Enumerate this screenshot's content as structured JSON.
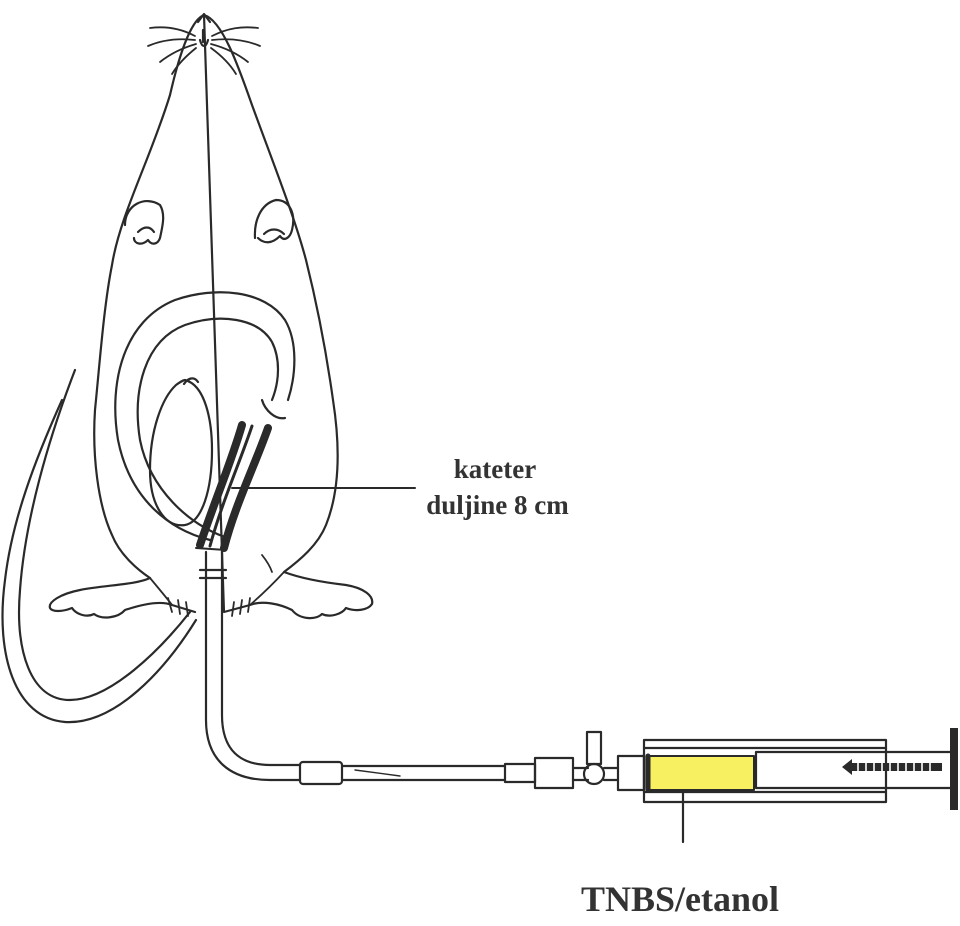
{
  "labels": {
    "catheter_line1": "kateter",
    "catheter_line2": "duljine 8 cm",
    "solution": "TNBS/etanol"
  },
  "colors": {
    "ink": "#2a2a2a",
    "catheter_fill": "#3a3a3a",
    "solution_fill": "#f7f061",
    "background": "#ffffff"
  },
  "icons": [
    "rat-outline",
    "catheter",
    "stopcock",
    "syringe",
    "plunger-arrow"
  ]
}
